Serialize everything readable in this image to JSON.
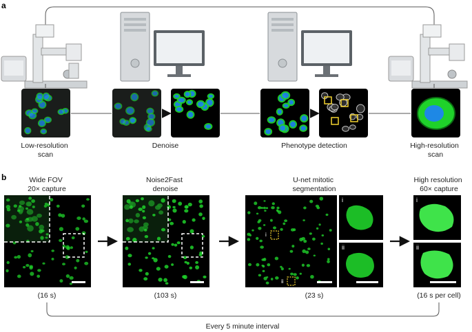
{
  "panel_a": {
    "letter": "a",
    "steps": [
      {
        "label_lines": [
          "Low-resolution",
          "scan"
        ]
      },
      {
        "label_lines": [
          "Denoise"
        ]
      },
      {
        "label_lines": [
          "Phenotype detection"
        ]
      },
      {
        "label_lines": [
          "High-resolution",
          "scan"
        ]
      }
    ]
  },
  "panel_b": {
    "letter": "b",
    "stages": [
      {
        "title_lines": [
          "Wide FOV",
          "20× capture"
        ],
        "time": "(16 s)"
      },
      {
        "title_lines": [
          "Noise2Fast",
          "denoise"
        ],
        "time": "(103 s)"
      },
      {
        "title_lines": [
          "U-net mitotic",
          "segmentation"
        ],
        "time": "(23 s)",
        "inset_labels": [
          "i",
          "ii"
        ]
      },
      {
        "title_lines": [
          "High resolution",
          "60× capture"
        ],
        "time": "(16 s per cell)",
        "inset_labels": [
          "i",
          "ii"
        ]
      }
    ],
    "interval_label": "Every 5 minute interval"
  },
  "colors": {
    "cell_green": "#1fd12a",
    "cell_dark": "#0c3b12",
    "nucleus_blue": "#1e88e5",
    "box_yellow": "#f2d230",
    "background_black": "#000000",
    "line_gray": "#555555"
  }
}
